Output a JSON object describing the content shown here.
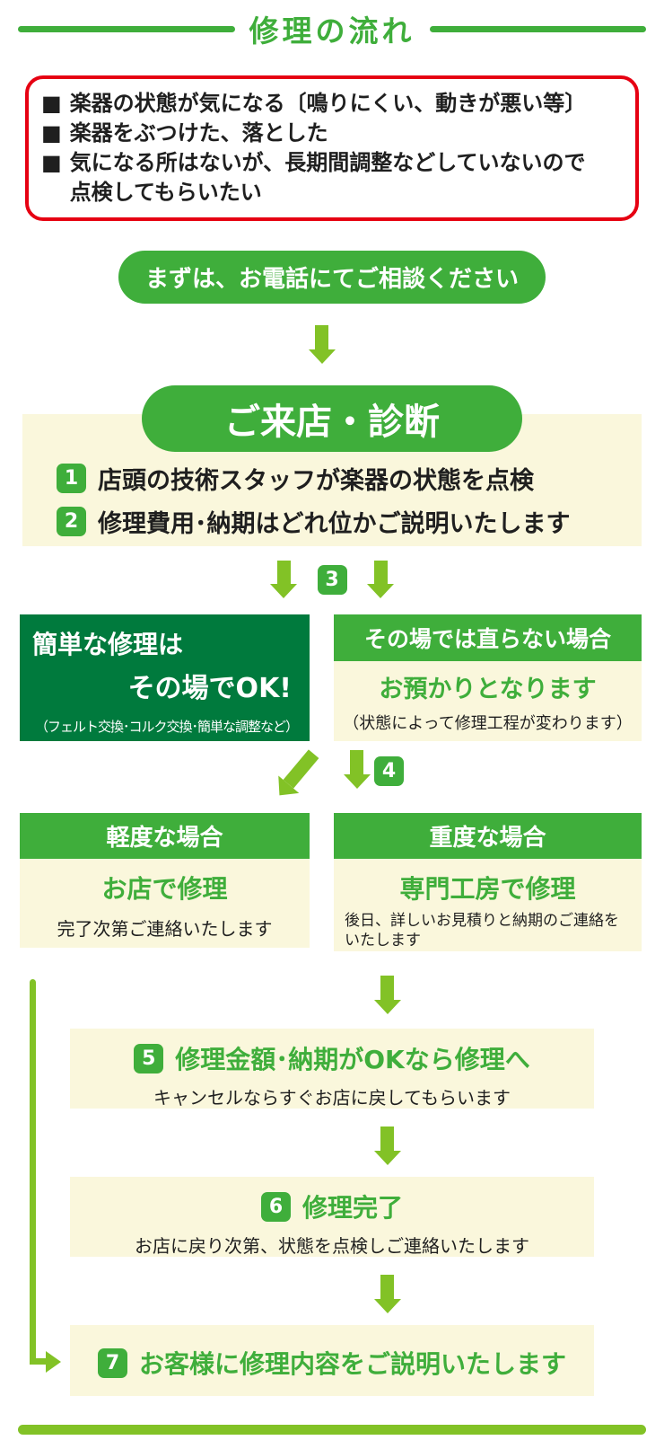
{
  "colors": {
    "green": "#3fae3b",
    "lime": "#82c226",
    "dark": "#007a3d",
    "cream": "#faf7dc",
    "red": "#e60012",
    "ink": "#1f1f1f"
  },
  "header": {
    "title": "修理の流れ"
  },
  "intro": {
    "bullet": "■",
    "items": [
      "楽器の状態が気になる〔鳴りにくい、動きが悪い等〕",
      "楽器をぶつけた、落とした",
      "気になる所はないが、長期間調整などしていないので\n点検してもらいたい"
    ]
  },
  "phone": {
    "label": "まずは、お電話にてご相談ください"
  },
  "visit": {
    "title": "ご来店・診断",
    "steps": [
      {
        "num": "1",
        "text": "店頭の技術スタッフが楽器の状態を点検"
      },
      {
        "num": "2",
        "text": "修理費用･納期はどれ位かご説明いたします"
      }
    ]
  },
  "branch1": {
    "badge": "3",
    "left": {
      "line1": "簡単な修理は",
      "line2": "その場でOK!",
      "note": "（フェルト交換･コルク交換･簡単な調整など）"
    },
    "right": {
      "header": "その場では直らない場合",
      "main": "お預かりとなります",
      "note": "（状態によって修理工程が変わります）"
    }
  },
  "branch2": {
    "badge": "4",
    "left": {
      "header": "軽度な場合",
      "main": "お店で修理",
      "note": "完了次第ご連絡いたします"
    },
    "right": {
      "header": "重度な場合",
      "main": "専門工房で修理",
      "note": "後日、詳しいお見積りと納期のご連絡を\nいたします"
    }
  },
  "final_steps": [
    {
      "num": "5",
      "main": "修理金額･納期がOKなら修理へ",
      "note": "キャンセルならすぐお店に戻してもらいます"
    },
    {
      "num": "6",
      "main": "修理完了",
      "note": "お店に戻り次第、状態を点検しご連絡いたします"
    },
    {
      "num": "7",
      "main": "お客様に修理内容をご説明いたします"
    }
  ]
}
